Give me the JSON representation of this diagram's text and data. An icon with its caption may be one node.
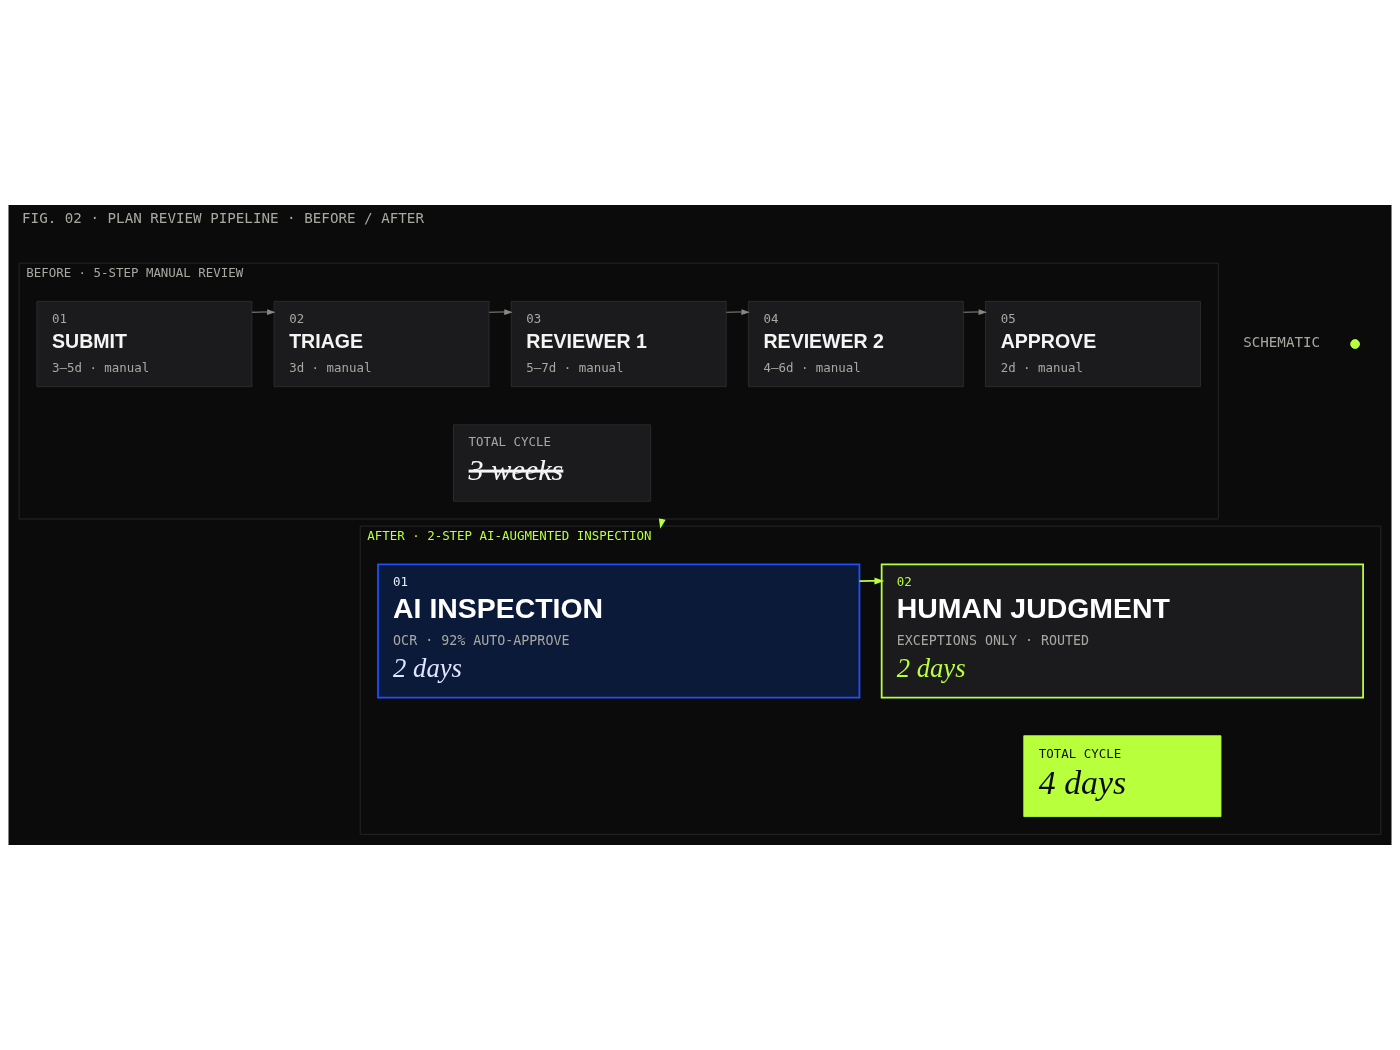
{
  "diagram": {
    "title": "FIG. 02 · PLAN REVIEW PIPELINE · BEFORE / AFTER",
    "nodes": [
      {
        "text": [
          "BEFORE · 5-STEP MANUAL REVIEW"
        ]
      },
      {
        "text": [
          "01",
          "SUBMIT",
          "3–5d · manual"
        ],
        "in": 0
      },
      {
        "text": [
          "02",
          "TRIAGE",
          "3d · manual"
        ],
        "in": 0
      },
      {
        "text": [
          "03",
          "REVIEWER 1",
          "5–7d · manual"
        ],
        "in": 0
      },
      {
        "text": [
          "04",
          "REVIEWER 2",
          "4–6d · manual"
        ],
        "in": 0
      },
      {
        "text": [
          "05",
          "APPROVE",
          "2d · manual"
        ],
        "in": 0
      },
      {
        "text": [
          "TOTAL CYCLE",
          "3 weeks"
        ],
        "in": 0
      },
      {
        "text": [
          "AFTER · 2-STEP AI-AUGMENTED INSPECTION"
        ]
      },
      {
        "text": [
          "01",
          "AI INSPECTION",
          "OCR · 92% AUTO-APPROVE",
          "2 days"
        ],
        "in": 7
      },
      {
        "text": [
          "02",
          "HUMAN JUDGMENT",
          "EXCEPTIONS ONLY · ROUTED",
          "2 days"
        ],
        "in": 7
      },
      {
        "text": [
          "TOTAL CYCLE",
          "4 days"
        ],
        "in": 7
      }
    ],
    "edges": [
      {
        "from": 1,
        "to": 2,
        "arrow": "to"
      },
      {
        "from": 2,
        "to": 3,
        "arrow": "to"
      },
      {
        "from": 3,
        "to": 4,
        "arrow": "to"
      },
      {
        "from": 4,
        "to": 5,
        "arrow": "to"
      },
      {
        "from": 0,
        "to": 7,
        "arrow": "to",
        "color": "#b8ff3c"
      },
      {
        "from": 8,
        "to": 9,
        "arrow": "to",
        "color": "#b8ff3c"
      }
    ],
    "labels": [
      "SCHEMATIC"
    ]
  }
}
